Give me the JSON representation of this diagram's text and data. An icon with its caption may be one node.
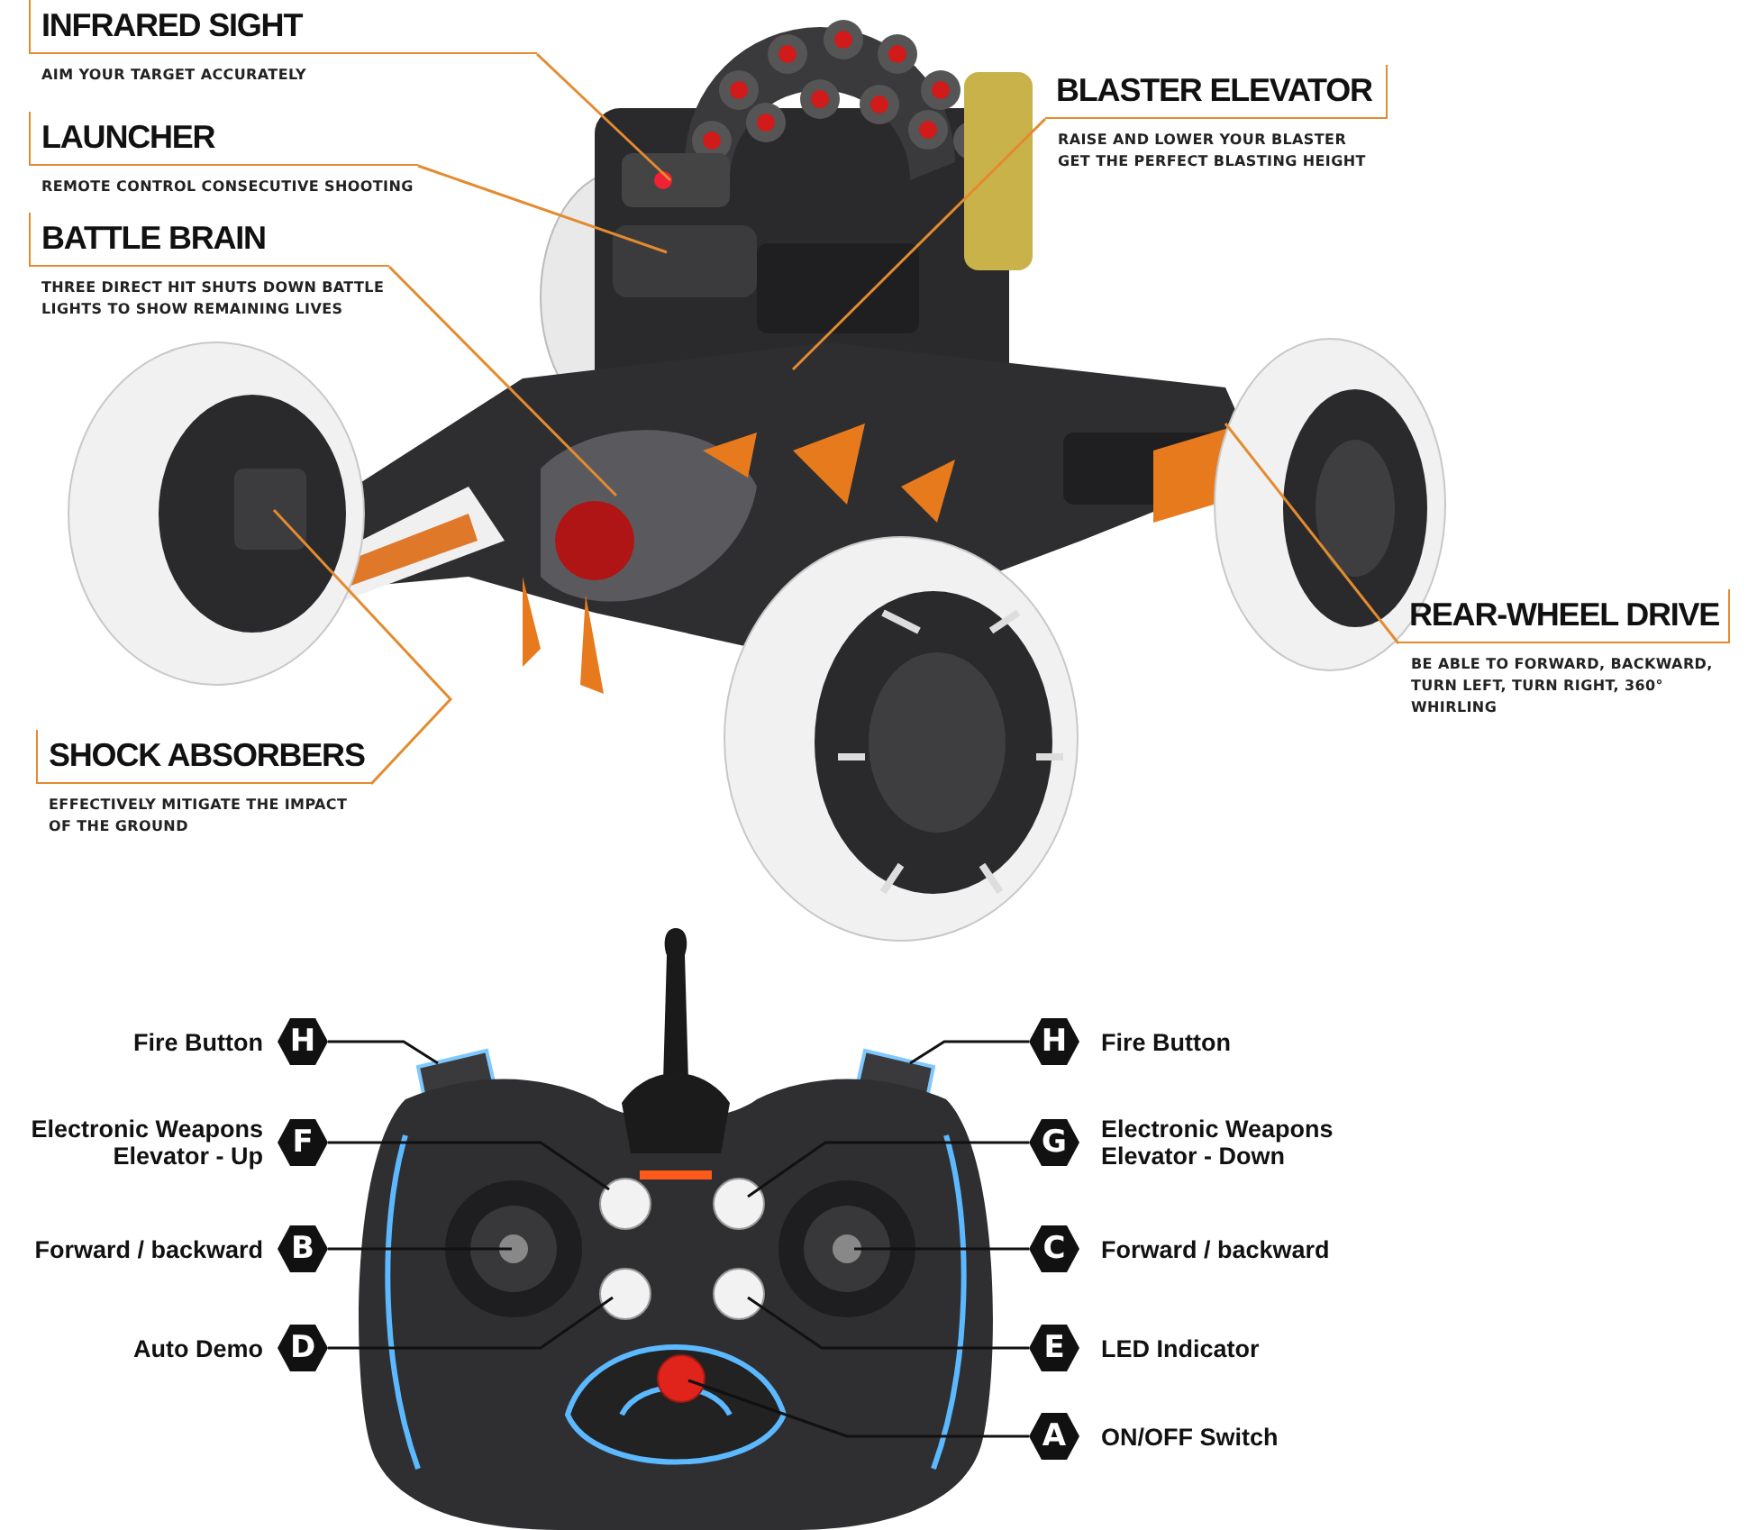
{
  "diagram": {
    "nodes": [
      {
        "text": [
          "INFRARED SIGHT",
          "AIM YOUR TARGET ACCURATELY"
        ]
      },
      {
        "text": [
          "LAUNCHER",
          "REMOTE CONTROL CONSECUTIVE SHOOTING"
        ]
      },
      {
        "text": [
          "BATTLE BRAIN",
          "THREE DIRECT HIT SHUTS DOWN BATTLE LIGHTS TO SHOW REMAINING LIVES"
        ]
      },
      {
        "text": [
          "BLASTER ELEVATOR",
          "RAISE AND  LOWER YOUR BLASTER GET THE PERFECT BLASTING HEIGHT"
        ]
      },
      {
        "text": [
          "REAR-WHEEL DRIVE",
          "BE ABLE TO FORWARD, BACKWARD, TURN LEFT, TURN RIGHT, 360° WHIRLING"
        ]
      },
      {
        "text": [
          "SHOCK ABSORBERS",
          "EFFECTIVELY MITIGATE THE IMPACT OF THE GROUND"
        ]
      },
      {
        "text": [
          "H"
        ],
        "beside": [
          "Fire Button"
        ]
      },
      {
        "text": [
          "H"
        ],
        "beside": [
          "Fire Button"
        ]
      },
      {
        "text": [
          "F"
        ],
        "beside": [
          "Electronic Weapons Elevator - Up"
        ]
      },
      {
        "text": [
          "G"
        ],
        "beside": [
          "Electronic Weapons Elevator - Down"
        ]
      },
      {
        "text": [
          "B"
        ],
        "beside": [
          "Forward / backward"
        ]
      },
      {
        "text": [
          "C"
        ],
        "beside": [
          "Forward / backward"
        ]
      },
      {
        "text": [
          "D"
        ],
        "beside": [
          "Auto Demo"
        ]
      },
      {
        "text": [
          "E"
        ],
        "beside": [
          "LED Indicator"
        ]
      },
      {
        "text": [
          "A"
        ],
        "beside": [
          "ON/OFF Switch"
        ]
      }
    ],
    "edges": [
      {
        "from": 0,
        "to": null,
        "arrow": "none",
        "color": "#e38b2f"
      },
      {
        "from": 1,
        "to": null,
        "arrow": "none",
        "color": "#e38b2f"
      },
      {
        "from": 2,
        "to": null,
        "arrow": "none",
        "color": "#e38b2f"
      },
      {
        "from": 3,
        "to": null,
        "arrow": "none",
        "color": "#e38b2f"
      },
      {
        "from": 4,
        "to": null,
        "arrow": "none",
        "color": "#e38b2f"
      },
      {
        "from": 5,
        "to": null,
        "arrow": "none",
        "color": "#e38b2f"
      },
      {
        "from": 6,
        "to": null,
        "arrow": "none"
      },
      {
        "from": 7,
        "to": null,
        "arrow": "none"
      },
      {
        "from": 8,
        "to": null,
        "arrow": "none"
      },
      {
        "from": 9,
        "to": null,
        "arrow": "none"
      },
      {
        "from": 10,
        "to": null,
        "arrow": "none"
      },
      {
        "from": 11,
        "to": null,
        "arrow": "none"
      },
      {
        "from": 12,
        "to": null,
        "arrow": "none"
      },
      {
        "from": 13,
        "to": null,
        "arrow": "none"
      },
      {
        "from": 14,
        "to": null,
        "arrow": "none"
      }
    ]
  }
}
